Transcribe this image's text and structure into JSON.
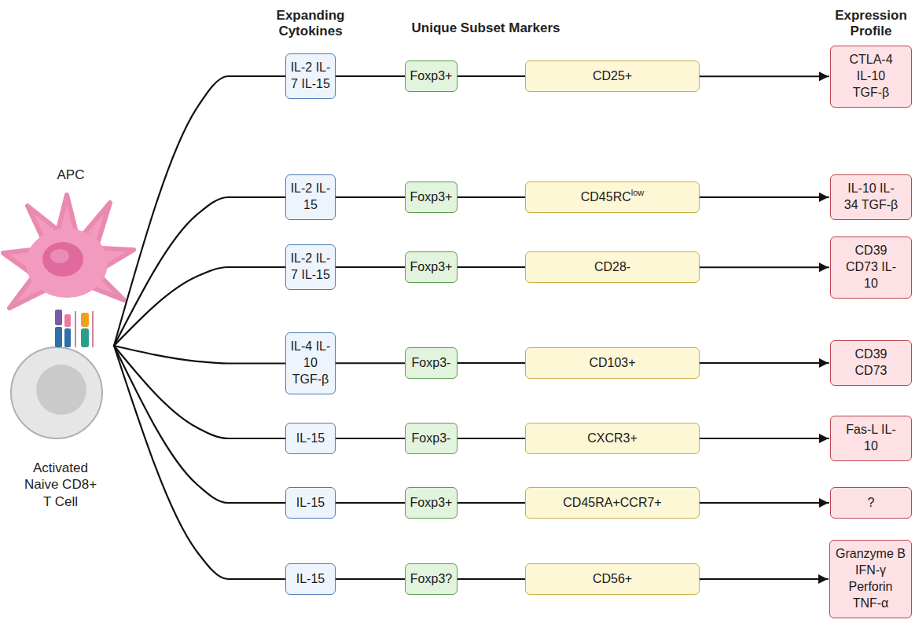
{
  "diagram": {
    "nodes": [
      {
        "text": [
          "APC"
        ]
      },
      {
        "text": [
          "Activated Naive CD8+ T Cell"
        ]
      },
      {
        "text": [
          "IL-2 IL-7 IL-15"
        ]
      },
      {
        "text": [
          "Foxp3+"
        ]
      },
      {
        "text": [
          "CD25+"
        ]
      },
      {
        "text": [
          "CTLA-4 IL-10 TGF-β"
        ]
      },
      {
        "text": [
          "IL-2 IL-15"
        ]
      },
      {
        "text": [
          "Foxp3+"
        ]
      },
      {
        "text": [
          "CD45RC",
          "low"
        ]
      },
      {
        "text": [
          "IL-10 IL-34 TGF-β"
        ]
      },
      {
        "text": [
          "IL-2 IL-7 IL-15"
        ]
      },
      {
        "text": [
          "Foxp3+"
        ]
      },
      {
        "text": [
          "CD28-"
        ]
      },
      {
        "text": [
          "CD39 CD73 IL-10"
        ]
      },
      {
        "text": [
          "IL-4 IL-10 TGF-β"
        ]
      },
      {
        "text": [
          "Foxp3-"
        ]
      },
      {
        "text": [
          "CD103+"
        ]
      },
      {
        "text": [
          "CD39 CD73"
        ]
      },
      {
        "text": [
          "IL-15"
        ]
      },
      {
        "text": [
          "Foxp3-"
        ]
      },
      {
        "text": [
          "CXCR3+"
        ]
      },
      {
        "text": [
          "Fas-L IL-10"
        ]
      },
      {
        "text": [
          "IL-15"
        ]
      },
      {
        "text": [
          "Foxp3+"
        ]
      },
      {
        "text": [
          "CD45RA+CCR7+"
        ]
      },
      {
        "text": [
          "?"
        ]
      },
      {
        "text": [
          "IL-15"
        ]
      },
      {
        "text": [
          "Foxp3?"
        ]
      },
      {
        "text": [
          "CD56+"
        ]
      },
      {
        "text": [
          "Granzyme B IFN-γ Perforin TNF-α"
        ]
      }
    ],
    "edges": [
      {
        "from": 1,
        "to": 2,
        "arrow": "none"
      },
      {
        "from": 1,
        "to": 6,
        "arrow": "none"
      },
      {
        "from": 1,
        "to": 10,
        "arrow": "none"
      },
      {
        "from": 1,
        "to": 14,
        "arrow": "none"
      },
      {
        "from": 1,
        "to": 18,
        "arrow": "none"
      },
      {
        "from": 1,
        "to": 22,
        "arrow": "none"
      },
      {
        "from": 1,
        "to": 26,
        "arrow": "none"
      },
      {
        "from": 2,
        "to": 3,
        "arrow": "none"
      },
      {
        "from": 3,
        "to": 4,
        "arrow": "none"
      },
      {
        "from": 4,
        "to": 5,
        "arrow": "to"
      },
      {
        "from": 6,
        "to": 7,
        "arrow": "none"
      },
      {
        "from": 7,
        "to": 8,
        "arrow": "none"
      },
      {
        "from": 8,
        "to": 9,
        "arrow": "to"
      },
      {
        "from": 10,
        "to": 11,
        "arrow": "none"
      },
      {
        "from": 11,
        "to": 12,
        "arrow": "none"
      },
      {
        "from": 12,
        "to": 13,
        "arrow": "to"
      },
      {
        "from": 14,
        "to": 15,
        "arrow": "none"
      },
      {
        "from": 15,
        "to": 16,
        "arrow": "none"
      },
      {
        "from": 16,
        "to": 17,
        "arrow": "to"
      },
      {
        "from": 18,
        "to": 19,
        "arrow": "none"
      },
      {
        "from": 19,
        "to": 20,
        "arrow": "none"
      },
      {
        "from": 20,
        "to": 21,
        "arrow": "to"
      },
      {
        "from": 22,
        "to": 23,
        "arrow": "none"
      },
      {
        "from": 23,
        "to": 24,
        "arrow": "none"
      },
      {
        "from": 24,
        "to": 25,
        "arrow": "to"
      },
      {
        "from": 26,
        "to": 27,
        "arrow": "none"
      },
      {
        "from": 27,
        "to": 28,
        "arrow": "none"
      },
      {
        "from": 28,
        "to": 29,
        "arrow": "to"
      }
    ],
    "labels": [
      "Expanding Cytokines",
      "Unique Subset Markers",
      "Expression Profile"
    ]
  }
}
